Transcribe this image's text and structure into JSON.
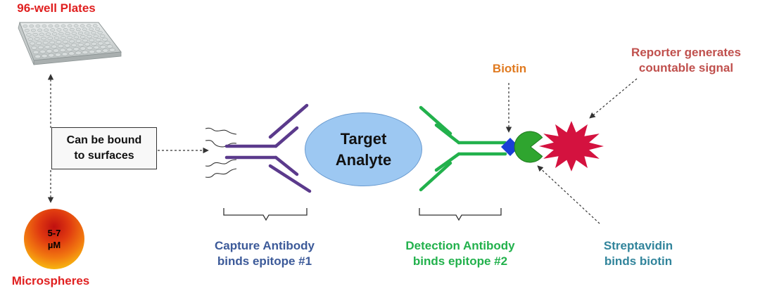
{
  "labels": {
    "plates": "96-well Plates",
    "microspheres": "Microspheres",
    "biotin": "Biotin",
    "reporter_line1": "Reporter generates",
    "reporter_line2": "countable signal",
    "capture_line1": "Capture Antibody",
    "capture_line2": "binds epitope #1",
    "detection_line1": "Detection Antibody",
    "detection_line2": "binds epitope #2",
    "strep_line1": "Streptavidin",
    "strep_line2": "binds biotin"
  },
  "surface_box": {
    "line1": "Can be bound",
    "line2": "to surfaces"
  },
  "sphere": {
    "line1": "5-7",
    "line2": "µM"
  },
  "analyte": {
    "line1": "Target",
    "line2": "Analyte"
  },
  "colors": {
    "capture_antibody": "#5b3a8c",
    "detection_antibody": "#22b14c",
    "biotin": "#1a3fd6",
    "streptavidin": "#2fa52f",
    "reporter": "#d4123f"
  }
}
